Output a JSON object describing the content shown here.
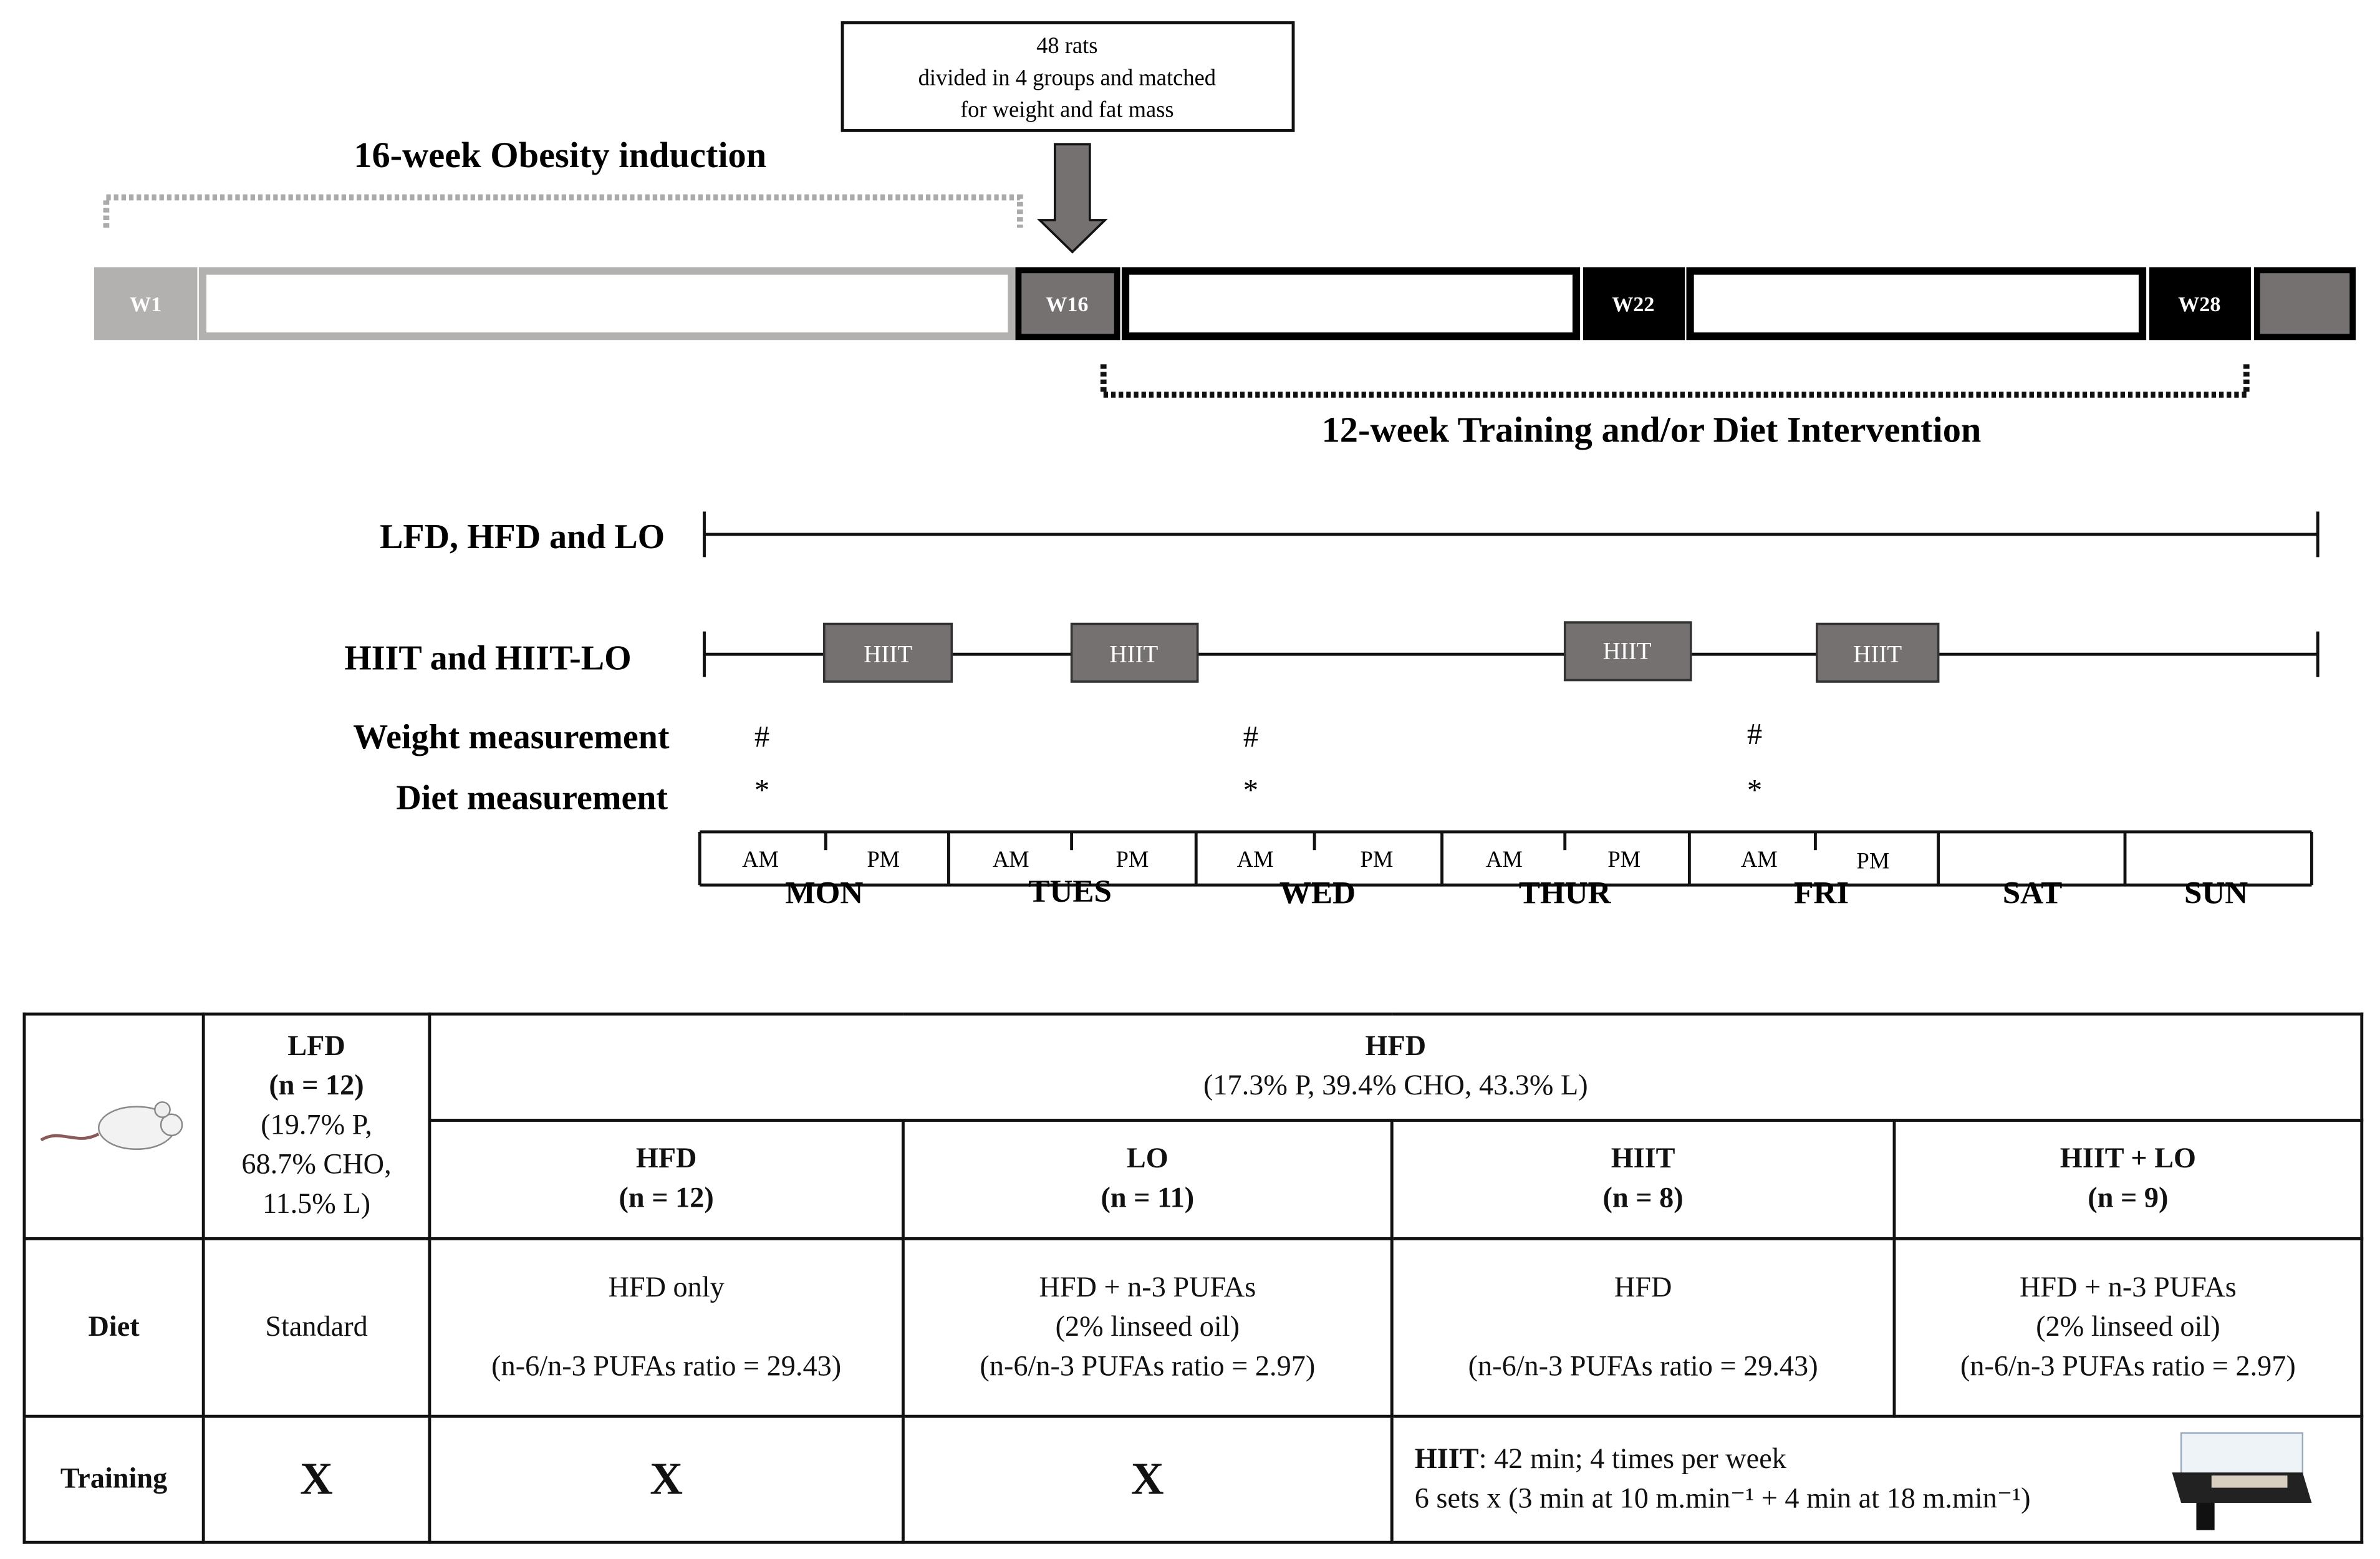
{
  "callout": {
    "line1": "48 rats",
    "line2": "divided in 4 groups and matched",
    "line3": "for weight and fat mass"
  },
  "phases": {
    "induction": "16-week Obesity induction",
    "intervention": "12-week Training and/or Diet Intervention"
  },
  "weeks": {
    "w1": "W1",
    "w16": "W16",
    "w22": "W22",
    "w28": "W28"
  },
  "schedule": {
    "row1_label": "LFD, HFD and LO",
    "row2_label": "HIIT and HIIT-LO",
    "hiit_box": "HIIT",
    "weight_label": "Weight measurement",
    "diet_label": "Diet measurement",
    "weight_mark": "#",
    "diet_mark": "*",
    "am": "AM",
    "pm": "PM",
    "days": [
      "MON",
      "TUES",
      "WED",
      "THUR",
      "FRI",
      "SAT",
      "SUN"
    ]
  },
  "colors": {
    "light_gray": "#b3b0b0",
    "dark_gray": "#767171",
    "black": "#000000"
  },
  "table": {
    "lfd": {
      "title": "LFD",
      "n": "(n = 12)",
      "comp1": "(19.7% P,",
      "comp2": "68.7% CHO,",
      "comp3": "11.5% L)"
    },
    "hfd": {
      "title": "HFD",
      "comp": "(17.3% P, 39.4% CHO, 43.3% L)"
    },
    "groups": [
      {
        "title": "HFD",
        "n": "(n = 12)"
      },
      {
        "title": "LO",
        "n": "(n = 11)"
      },
      {
        "title": "HIIT",
        "n": "(n = 8)"
      },
      {
        "title": "HIIT + LO",
        "n": "(n = 9)"
      }
    ],
    "diet_row": {
      "label": "Diet",
      "lfd": "Standard",
      "cells": [
        {
          "l1": "HFD only",
          "l2": "",
          "l3": "(n-6/n-3 PUFAs ratio = 29.43)"
        },
        {
          "l1": "HFD + n-3 PUFAs",
          "l2": "(2% linseed oil)",
          "l3": "(n-6/n-3 PUFAs ratio = 2.97)"
        },
        {
          "l1": "HFD",
          "l2": "",
          "l3": "(n-6/n-3 PUFAs ratio = 29.43)"
        },
        {
          "l1": "HFD + n-3 PUFAs",
          "l2": "(2% linseed oil)",
          "l3": "(n-6/n-3 PUFAs ratio = 2.97)"
        }
      ]
    },
    "training_row": {
      "label": "Training",
      "none_mark": "X",
      "hiit_bold": "HIIT",
      "hiit_line1": ": 42 min; 4 times per week",
      "hiit_line2": "6 sets x (3 min at 10 m.min⁻¹ + 4 min at 18 m.min⁻¹)"
    }
  }
}
